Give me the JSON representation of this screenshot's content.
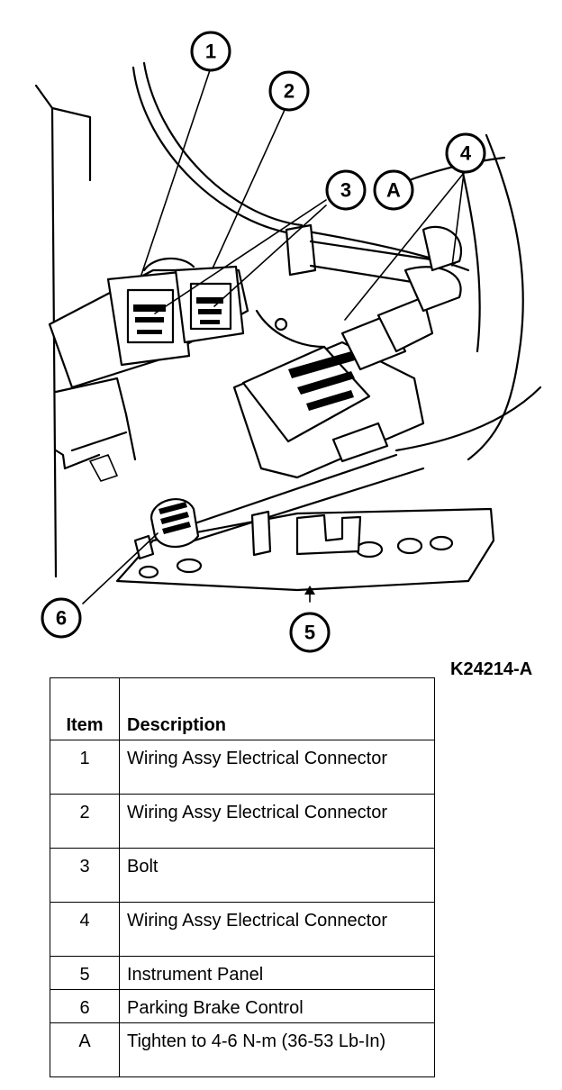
{
  "figure_id": "K24214-A",
  "callouts": [
    "1",
    "2",
    "3",
    "A",
    "4",
    "6",
    "5"
  ],
  "legend": {
    "header_item": "Item",
    "header_description": "Description",
    "rows": [
      {
        "item": "1",
        "description": "Wiring Assy Electrical Connector"
      },
      {
        "item": "2",
        "description": "Wiring Assy Electrical Connector"
      },
      {
        "item": "3",
        "description": "Bolt"
      },
      {
        "item": "4",
        "description": "Wiring Assy Electrical Connector"
      },
      {
        "item": "5",
        "description": "Instrument Panel"
      },
      {
        "item": "6",
        "description": "Parking Brake Control"
      },
      {
        "item": "A",
        "description": "Tighten to 4-6 N-m (36-53 Lb-In)"
      }
    ]
  }
}
